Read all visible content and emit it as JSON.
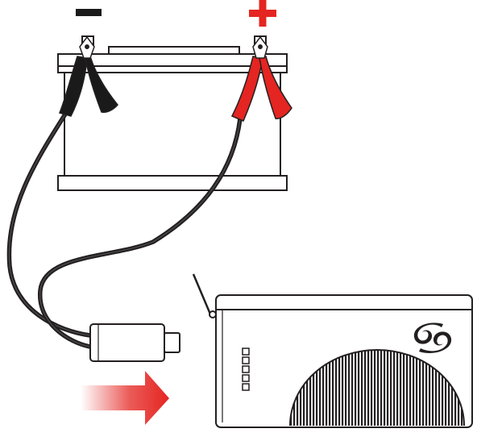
{
  "diagram": {
    "colors": {
      "background": "#ffffff",
      "outline": "#231f20",
      "cable": "#1a1a1a",
      "positive": "#e42521",
      "negative": "#1a1a1a",
      "arrow": "#e42521"
    },
    "icons": {
      "negative_terminal": "minus-sign-icon",
      "positive_terminal": "plus-sign-icon",
      "arrow": "right-arrow-icon",
      "logo": "brand-logo-icon"
    },
    "parts": [
      "battery",
      "negative-clamp",
      "positive-clamp",
      "jumper-cable",
      "cable-connector",
      "jump-starter-unit",
      "flow-arrow"
    ]
  }
}
